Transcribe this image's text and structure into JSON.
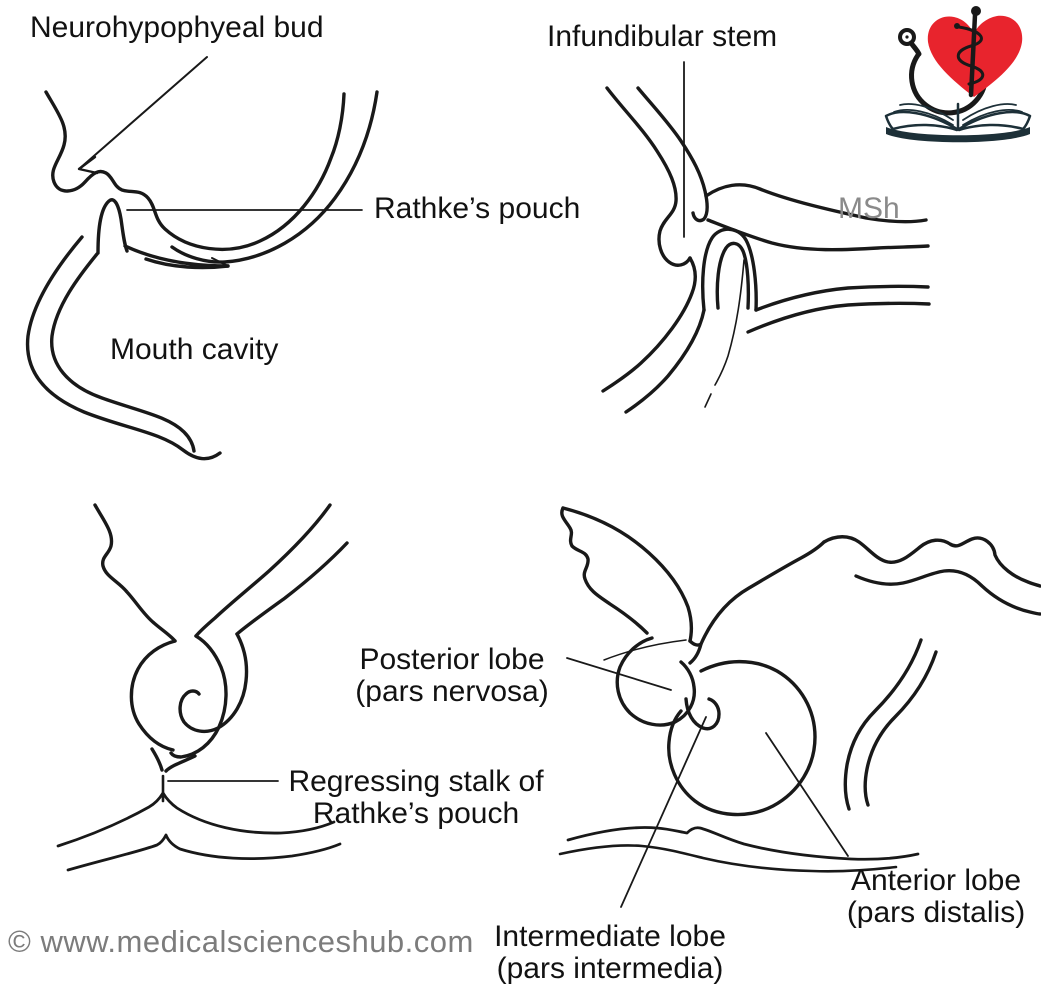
{
  "colors": {
    "background": "#ffffff",
    "ink": "#191919",
    "muted_gray": "#8a8a8a",
    "copyright_gray": "#7c7c7c",
    "logo_red": "#e8242d",
    "logo_book_dark": "#1d3038"
  },
  "stage1": {
    "neurohypophyeal_bud": "Neurohypophyeal bud",
    "rathkes_pouch": "Rathke’s pouch",
    "mouth_cavity": "Mouth cavity"
  },
  "stage2": {
    "infundibular_stem": "Infundibular stem",
    "watermark": "MSh"
  },
  "stage3": {
    "regressing_line1": "Regressing stalk of",
    "regressing_line2": "Rathke’s pouch"
  },
  "stage4": {
    "posterior_line1": "Posterior lobe",
    "posterior_line2": "(pars nervosa)",
    "intermediate_line1": "Intermediate lobe",
    "intermediate_line2": "(pars intermedia)",
    "anterior_line1": "Anterior lobe",
    "anterior_line2": "(pars distalis)"
  },
  "footer": {
    "copyright": "© www.medicalscienceshub.com"
  },
  "logo": {
    "alt": "Medical Sciences Hub logo"
  }
}
